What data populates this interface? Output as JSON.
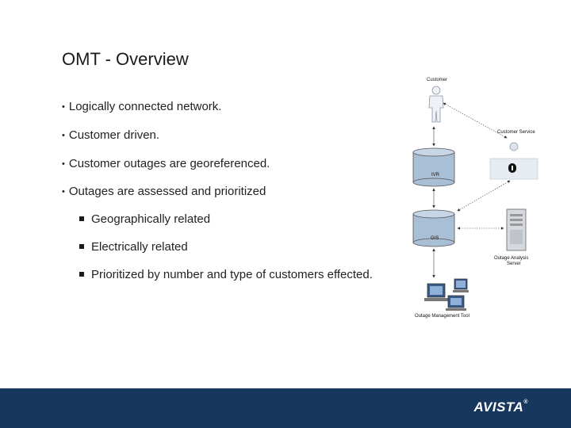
{
  "slide": {
    "title": "OMT - Overview",
    "bullets": [
      "Logically connected network.",
      "Customer driven.",
      "Customer outages are georeferenced.",
      "Outages are assessed and prioritized"
    ],
    "sub_bullets": [
      "Geographically related",
      "Electrically related",
      "Prioritized by number and type of customers effected."
    ]
  },
  "diagram": {
    "customer": "Customer",
    "customer_service": "Customer Service",
    "ivr": "IVR",
    "gis": "GIS",
    "outage_server_line1": "Outage Analysis",
    "outage_server_line2": "Server",
    "omt_tool": "Outage Management Tool"
  },
  "footer": {
    "logo": "AVISTA",
    "logo_mark": "®"
  },
  "colors": {
    "footer_bg": "#17375e",
    "database": "#a9bfd6"
  }
}
